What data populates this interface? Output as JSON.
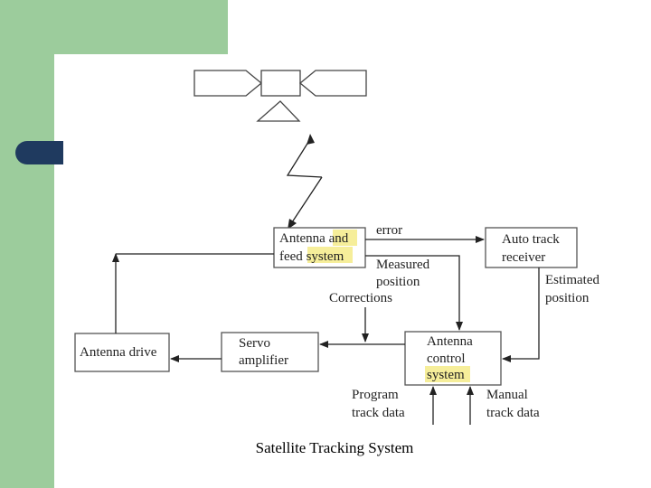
{
  "diagram": {
    "boxes": {
      "antenna_feed": {
        "line1_a": "Antenna ",
        "line1_b": "and",
        "line2_a": "feed ",
        "line2_b": "system"
      },
      "auto_track": {
        "line1": "Auto track",
        "line2": "receiver"
      },
      "antenna_control": {
        "line1": "Antenna",
        "line2": "control",
        "line3": "system"
      },
      "servo": {
        "line1": "Servo",
        "line2": "amplifier"
      },
      "antenna_drive": {
        "label": "Antenna drive"
      }
    },
    "labels": {
      "error": "error",
      "measured_1": "Measured",
      "measured_2": "position",
      "corrections": "Corrections",
      "estimated_1": "Estimated",
      "estimated_2": "position",
      "program_1": "Program",
      "program_2": "track data",
      "manual_1": "Manual",
      "manual_2": "track data"
    },
    "caption": "Satellite Tracking System"
  },
  "colors": {
    "background_green": "#9ccc9c",
    "tab_navy": "#1f3a5f",
    "highlight": "#f6ee9a"
  }
}
